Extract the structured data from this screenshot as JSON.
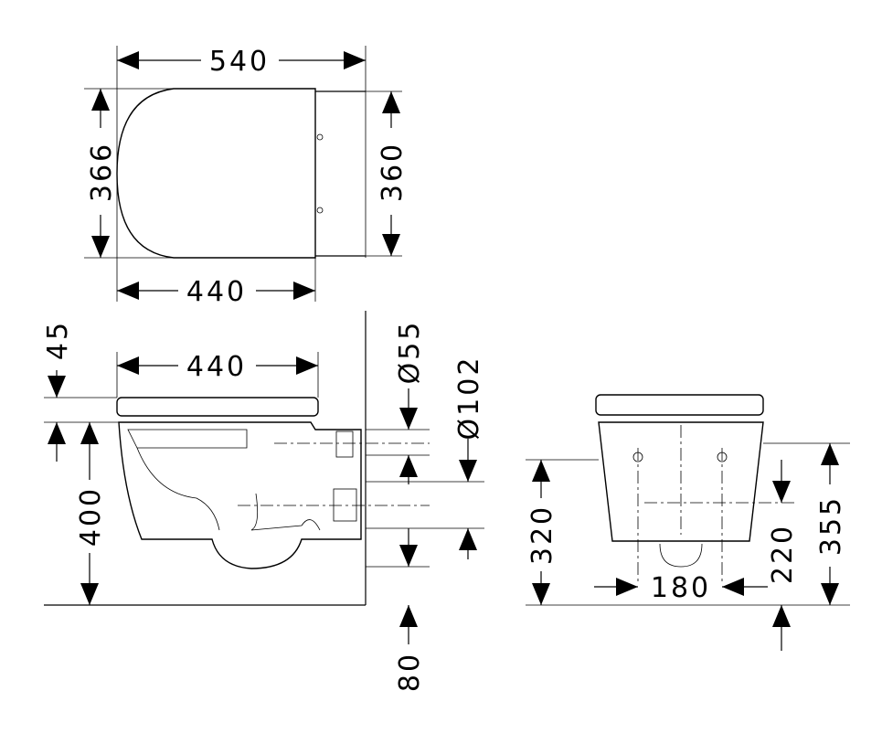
{
  "top_view": {
    "width_overall": "540",
    "depth_left": "366",
    "depth_right": "360",
    "seat_width": "440"
  },
  "side_view": {
    "lid_height": "45",
    "seat_length": "440",
    "outlet_diameter_small": "Ø55",
    "outlet_diameter_large": "Ø102",
    "height": "400",
    "offset": "80"
  },
  "front_view": {
    "height_left": "320",
    "fixing_spacing": "180",
    "fixing_height": "220",
    "height_right": "355"
  }
}
